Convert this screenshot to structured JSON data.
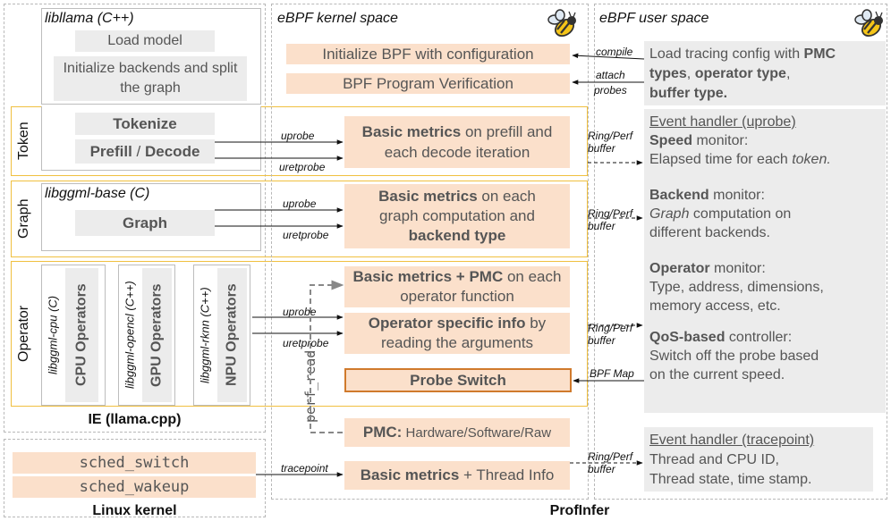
{
  "ie": {
    "caption": "IE (llama.cpp)",
    "libllama": {
      "title": "libllama (C++)",
      "load_model": "Load model",
      "init_backends": "Initialize backends and split the graph"
    },
    "token": {
      "label": "Token",
      "tokenize": "Tokenize",
      "prefill": "Prefill",
      "sep": " / ",
      "decode": "Decode"
    },
    "graph": {
      "label": "Graph",
      "lib_title": "libggml-base (C)",
      "graph_box": "Graph"
    },
    "operator": {
      "label": "Operator",
      "cpu": {
        "lib": "libggml-cpu (C)",
        "ops": "CPU Operators"
      },
      "gpu": {
        "lib": "libggml-opencl (C++)",
        "ops": "GPU Operators"
      },
      "npu": {
        "lib": "libggml-rknn (C++)",
        "ops": "NPU Operators"
      }
    }
  },
  "linux": {
    "caption": "Linux kernel",
    "sched_switch": "sched_switch",
    "sched_wakeup": "sched_wakeup"
  },
  "kernel": {
    "title": "eBPF kernel space",
    "init_bpf": "Initialize BPF with configuration",
    "verify": "BPF Program Verification",
    "token_metrics": {
      "bold": "Basic metrics",
      "rest1": " on prefill and",
      "rest2": "each decode iteration"
    },
    "graph_metrics": {
      "bold": "Basic metrics",
      "rest1": " on each",
      "rest2": "graph computation and",
      "bold2": "backend type"
    },
    "op_metrics": {
      "bold": "Basic metrics + PMC",
      "rest1": " on each",
      "rest2": "operator function"
    },
    "op_info": {
      "bold": "Operator specific info",
      "rest1": " by",
      "rest2": "reading the arguments"
    },
    "probe_switch": "Probe Switch",
    "perf_read": "perf_read",
    "pmc": {
      "bold": "PMC:",
      "rest": " Hardware/Software/Raw"
    },
    "thread_metrics": {
      "bold": "Basic metrics",
      "rest": " + Thread Info"
    }
  },
  "caption_center": "ProfInfer",
  "user": {
    "title": "eBPF user space",
    "config": {
      "t1": "Load tracing config with ",
      "b1": "PMC",
      "b2": "types",
      "t2": ", ",
      "b3": "operator type",
      "t3": ",",
      "b4": "buffer type."
    },
    "uprobe_handler": "Event handler (uprobe)",
    "speed": {
      "bold": "Speed",
      "rest": " monitor:",
      "line2a": "Elapsed time for each ",
      "line2b": "token."
    },
    "backend": {
      "bold": "Backend",
      "rest": " monitor:",
      "line2a": "Graph",
      "line2b": " computation on",
      "line3": "different backends."
    },
    "operator_mon": {
      "bold": "Operator",
      "rest": " monitor:",
      "line2": "Type, address, dimensions,",
      "line3": "memory access, etc."
    },
    "qos": {
      "bold": "QoS-based",
      "rest": " controller:",
      "line2": "Switch off the probe based",
      "line3": "on the current speed."
    },
    "tp_handler": "Event handler (tracepoint)",
    "thread": {
      "line1": "Thread and CPU ID,",
      "line2": "Thread state, time stamp."
    }
  },
  "edge_labels": {
    "compile": "compile",
    "attach": "attach",
    "probes": "probes",
    "uprobe": "uprobe",
    "uretprobe": "uretprobe",
    "tracepoint": "tracepoint",
    "ring": "Ring/Perf",
    "buffer": "buffer",
    "bpf_map": "BPF Map"
  },
  "icons": [
    "bee-icon"
  ],
  "colors": {
    "peach": "#fbe0cb",
    "grey": "#ececec",
    "yellow_border": "#f0c040",
    "probe_border": "#d07a2c"
  }
}
